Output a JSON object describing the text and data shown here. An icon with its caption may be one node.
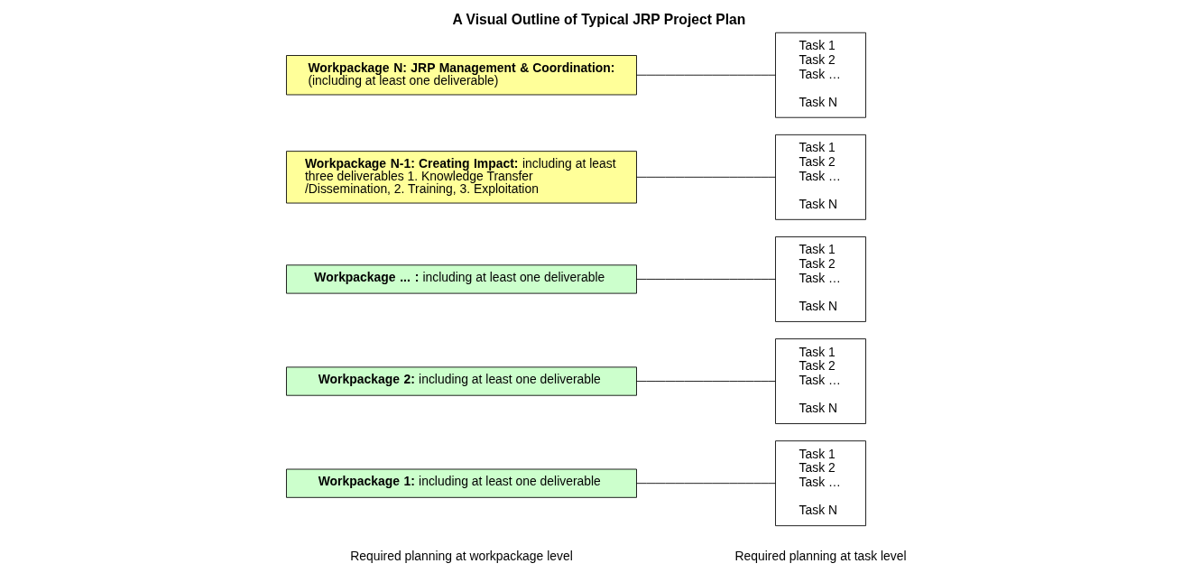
{
  "diagram": {
    "title": "A Visual Outline of Typical JRP Project Plan",
    "nodes": [
      {
        "text": [
          "**Workpackage 1:** including at least one deliverable"
        ]
      },
      {
        "text": [
          "**Workpackage 2:** including at least one deliverable"
        ]
      },
      {
        "text": [
          "**Workpackage ... :** including at least one deliverable"
        ]
      },
      {
        "text": [
          "**Workpackage N-1: Creating Impact:** including at least three deliverables 1. Knowledge Transfer /Dissemination, 2. Training, 3. Exploitation"
        ]
      },
      {
        "text": [
          "**Workpackage N: JRP Management & Coordination:** (including at least one deliverable)"
        ]
      },
      {
        "text": [
          "Task 1",
          "Task 2",
          "Task …",
          "Task N"
        ]
      },
      {
        "text": [
          "Task 1",
          "Task 2",
          "Task …",
          "Task N"
        ]
      },
      {
        "text": [
          "Task 1",
          "Task 2",
          "Task …",
          "Task N"
        ]
      },
      {
        "text": [
          "Task 1",
          "Task 2",
          "Task …",
          "Task N"
        ]
      },
      {
        "text": [
          "Task 1",
          "Task 2",
          "Task …",
          "Task N"
        ]
      }
    ],
    "edges": [
      {
        "from": 0,
        "to": 5,
        "arrow": "none"
      },
      {
        "from": 1,
        "to": 6,
        "arrow": "none"
      },
      {
        "from": 2,
        "to": 7,
        "arrow": "none"
      },
      {
        "from": 3,
        "to": 8,
        "arrow": "none"
      },
      {
        "from": 4,
        "to": 9,
        "arrow": "none"
      }
    ],
    "labels": [
      "Required planning at workpackage level",
      "Required planning at task level"
    ]
  }
}
